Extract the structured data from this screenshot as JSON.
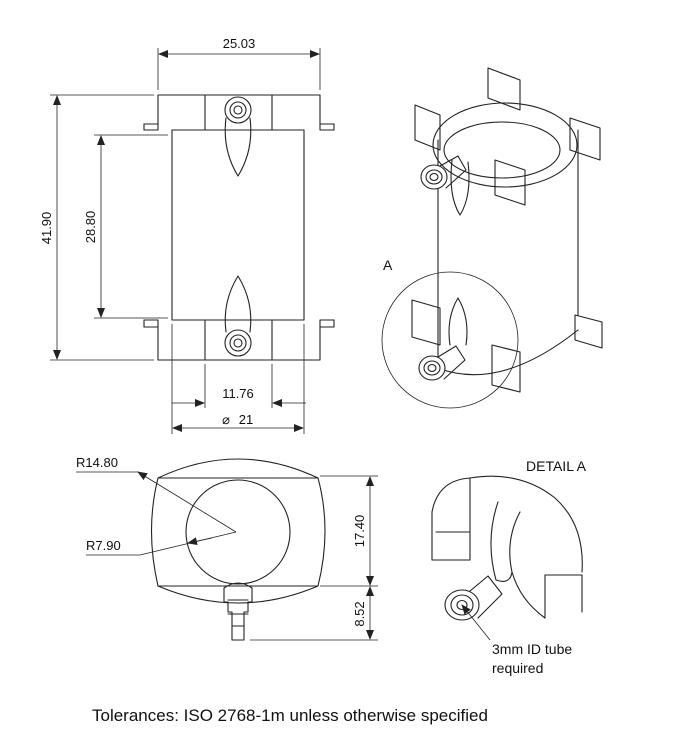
{
  "dimensions": {
    "overall_width": "25.03",
    "overall_height": "41.90",
    "inner_height": "28.80",
    "bottom_inner_width": "11.76",
    "diameter_symbol": "⌀",
    "diameter": "21",
    "outer_radius": "R14.80",
    "inner_radius": "R7.90",
    "top_height": "17.40",
    "nozzle_length": "8.52"
  },
  "labels": {
    "detail_marker": "A",
    "detail_title": "DETAIL A",
    "tube_note_line1": "3mm ID tube",
    "tube_note_line2": "required"
  },
  "footer": {
    "tolerances": "Tolerances: ISO 2768-1m unless otherwise specified"
  }
}
